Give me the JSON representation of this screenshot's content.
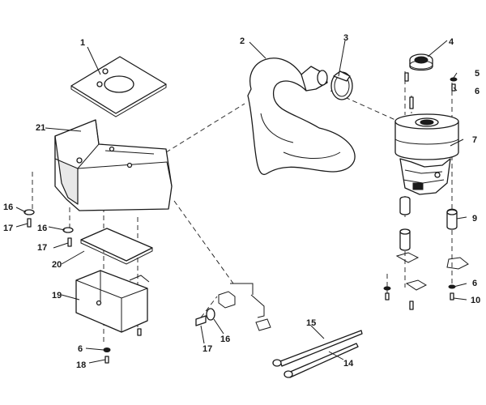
{
  "callouts": {
    "c1": "1",
    "c2": "2",
    "c3": "3",
    "c4": "4",
    "c5": "5",
    "c6a": "6",
    "c6b": "6",
    "c6c": "6",
    "c7": "7",
    "c9": "9",
    "c10": "10",
    "c14": "14",
    "c15": "15",
    "c16a": "16",
    "c16b": "16",
    "c16c": "16",
    "c17a": "17",
    "c17b": "17",
    "c17c": "17",
    "c18": "18",
    "c19": "19",
    "c20": "20",
    "c21": "21"
  }
}
